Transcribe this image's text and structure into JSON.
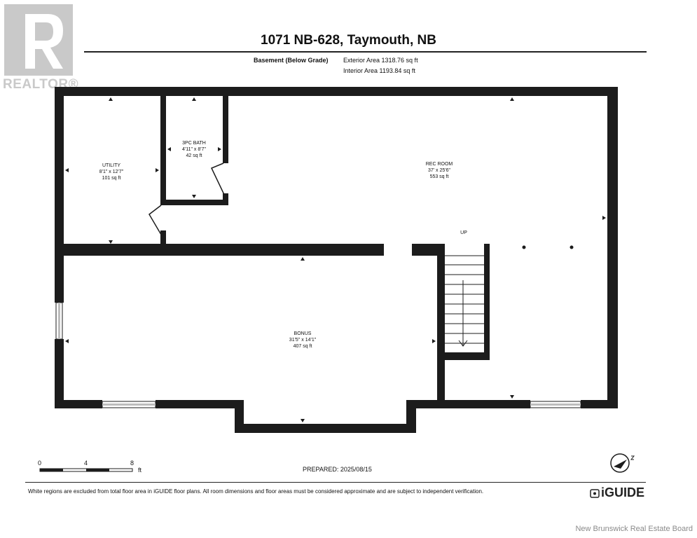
{
  "logo": {
    "brand": "REALTOR®"
  },
  "header": {
    "title": "1071 NB-628, Taymouth, NB",
    "level": "Basement (Below Grade)",
    "exterior_area": "Exterior Area 1318.76 sq ft",
    "interior_area": "Interior Area 1193.84 sq ft"
  },
  "rooms": {
    "utility": {
      "name": "UTILITY",
      "dims": "8'1\" x 12'7\"",
      "area": "101 sq ft"
    },
    "bath": {
      "name": "3PC BATH",
      "dims": "4'11\" x 8'7\"",
      "area": "42 sq ft"
    },
    "rec": {
      "name": "REC ROOM",
      "dims": "37' x 25'6\"",
      "area": "553 sq ft"
    },
    "bonus": {
      "name": "BONUS",
      "dims": "31'5\" x 14'1\"",
      "area": "407 sq ft"
    }
  },
  "stairs": {
    "label": "UP"
  },
  "scale": {
    "ticks": [
      "0",
      "4",
      "8"
    ],
    "unit": "ft"
  },
  "prepared": "PREPARED: 2025/08/15",
  "footer": {
    "note": "White regions are excluded from total floor area in iGUIDE floor plans. All room dimensions and floor areas must be considered approximate and are subject to independent verification.",
    "brand": "iGUIDE",
    "board": "New Brunswick Real Estate Board"
  },
  "colors": {
    "wall": "#1c1c1c",
    "logo": "#c9c9c9",
    "window": "#bdbdbd"
  }
}
